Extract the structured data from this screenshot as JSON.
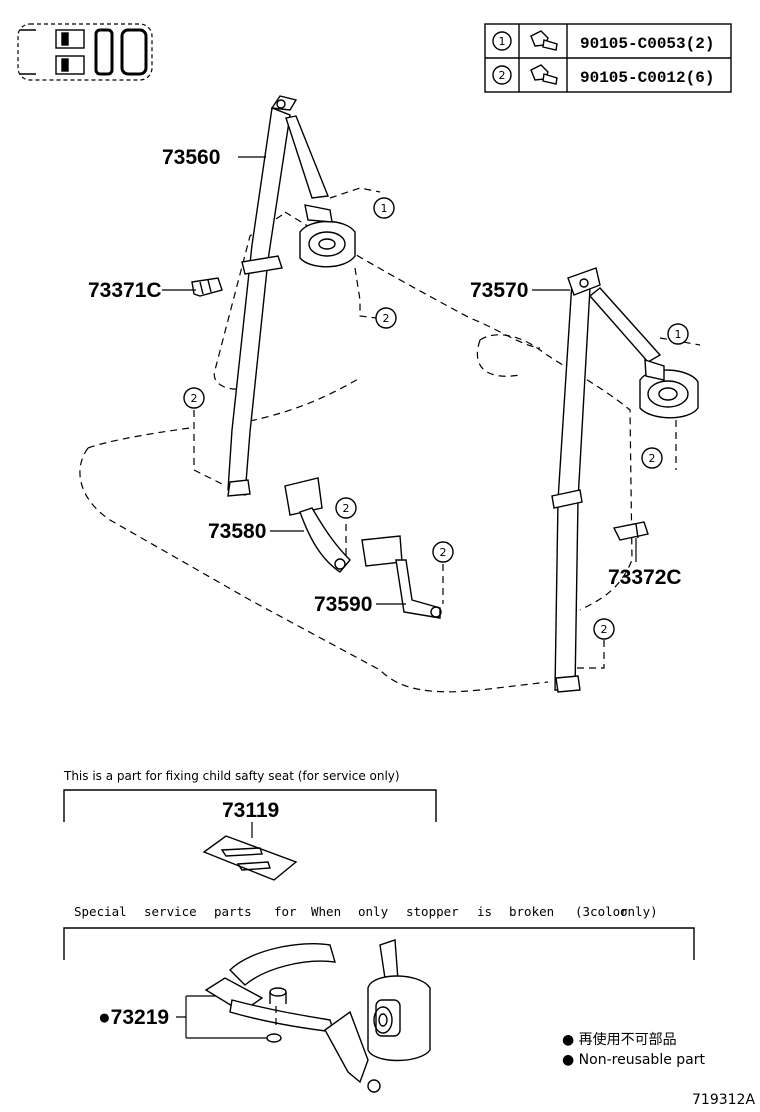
{
  "bolt_table": {
    "rows": [
      {
        "ref": "1",
        "part": "90105-C0053(2)"
      },
      {
        "ref": "2",
        "part": "90105-C0012(6)"
      }
    ]
  },
  "callouts": {
    "c1a": "1",
    "c1b": "1",
    "c2a": "2",
    "c2b": "2",
    "c2c": "2",
    "c2d": "2",
    "c2e": "2",
    "c2f": "2"
  },
  "labels": {
    "p73560": "73560",
    "p73371c": "73371C",
    "p73570": "73570",
    "p73580": "73580",
    "p73590": "73590",
    "p73372c": "73372C",
    "p73119": "73119",
    "p73219": "●73219"
  },
  "notes": {
    "child_seat": "This is a part for fixing child safty seat (for service only)",
    "special_words": [
      "Special",
      "service",
      "parts",
      "for",
      "When",
      "only",
      "stopper",
      "is",
      "broken",
      "(3color",
      "only)"
    ],
    "legend_jp": "● 再使用不可部品",
    "legend_en": "● Non-reusable part",
    "figure_no": "719312A"
  }
}
